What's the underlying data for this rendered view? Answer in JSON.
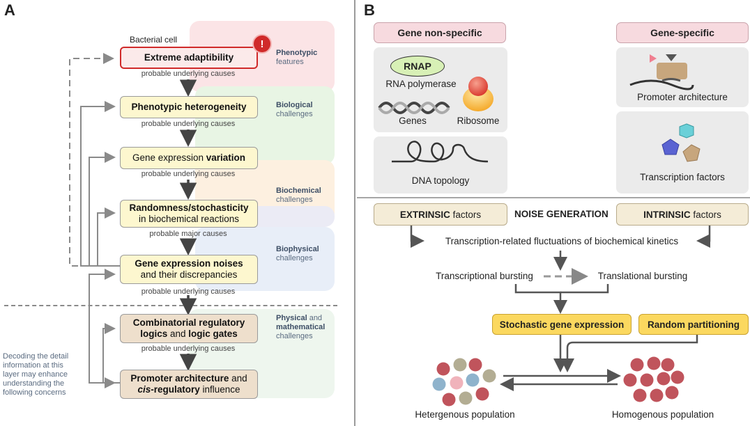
{
  "panel_a": {
    "letter": "A",
    "bacterial_cell": "Bacterial cell",
    "boxes": {
      "b1": "Extreme adaptibility",
      "b2": "Phenotypic heterogeneity",
      "b3_pre": "Gene expression ",
      "b3_bold": "variation",
      "b4_line1": "Randomness/stochasticity",
      "b4_line2": "in biochemical reactions",
      "b5_line1": "Gene expression noises",
      "b5_line2": "and their discrepancies",
      "b6_line1_a": "Combinatorial regulatory",
      "b6_line2_a": "logics",
      "b6_line2_b": " and ",
      "b6_line2_c": "logic gates",
      "b7_line1_a": "Promoter architecture",
      "b7_line1_b": " and",
      "b7_line2_a": "cis",
      "b7_line2_b": "-regulatory",
      "b7_line2_c": " influence"
    },
    "causes": {
      "c1": "probable underlying causes",
      "c2": "probable underlying causes",
      "c3": "probable underlying causes",
      "c4": "probable major causes",
      "c5": "probable underlying causes",
      "c6": "probable underlying causes"
    },
    "side_labels": {
      "s1_bold": "Phenotypic",
      "s1_rest": "features",
      "s2_bold": "Biological",
      "s2_rest": "challenges",
      "s3_bold": "Biochemical",
      "s3_rest": "challenges",
      "s4_bold": "Biophysical",
      "s4_rest": "challenges",
      "s5_bold1": "Physical",
      "s5_mid": " and",
      "s5_bold2": "mathematical",
      "s5_rest": "challenges"
    },
    "note": [
      "Decoding the detail",
      "information at this",
      "layer may enhance",
      "understanding the",
      "following concerns"
    ],
    "alert_symbol": "!"
  },
  "panel_b": {
    "letter": "B",
    "gene_nonspecific": "Gene non-specific",
    "gene_specific": "Gene-specific",
    "rnap": "RNAP",
    "rna_polymerase": "RNA polymerase",
    "genes": "Genes",
    "ribosome": "Ribosome",
    "dna_topology": "DNA topology",
    "promoter_architecture": "Promoter architecture",
    "transcription_factors": "Transcription factors",
    "extrinsic_bold": "EXTRINSIC",
    "extrinsic_rest": " factors",
    "noise_generation": "NOISE GENERATION",
    "intrinsic_bold": "INTRINSIC",
    "intrinsic_rest": " factors",
    "fluctuations": "Transcription-related fluctuations of biochemical kinetics",
    "transcriptional_bursting": "Transcriptional bursting",
    "translational_bursting": "Translational bursting",
    "stochastic": "Stochastic gene expression",
    "random_partitioning": "Random partitioning",
    "hetero": "Hetergenous population",
    "homo": "Homogenous population"
  },
  "colors": {
    "alert_red": "#d02a2a",
    "band_pink": "#fbe4e6",
    "band_green": "#e8f5e4",
    "band_peach": "#fdf0e0",
    "band_lavender": "#ebebf5",
    "band_blue": "#e8eef8",
    "band_mint": "#eef6ee",
    "gold": "#fbd85f",
    "cell_red": "#c0545c",
    "cell_blue": "#8fb3cc",
    "cell_pink": "#f0b3bb",
    "cell_olive": "#b3ad93"
  }
}
